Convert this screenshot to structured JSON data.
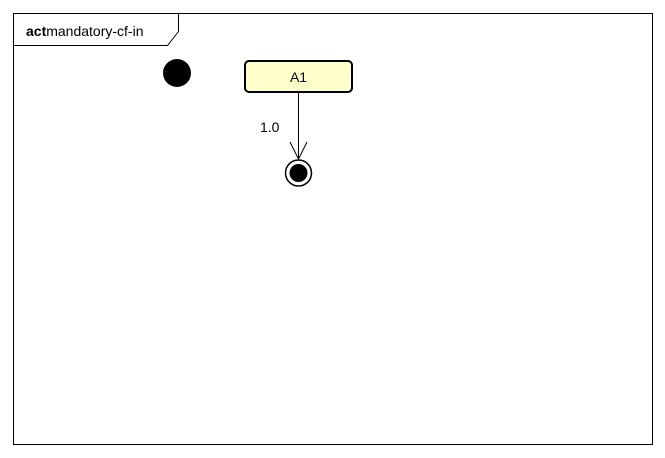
{
  "frame": {
    "keyword": "act",
    "name": "mandatory-cf-in"
  },
  "nodes": {
    "action": {
      "label": "A1",
      "fill_color": "#ffffcc"
    }
  },
  "edges": {
    "flow": {
      "label": "1.0"
    }
  },
  "colors": {
    "line": "#000000",
    "background": "#ffffff"
  }
}
